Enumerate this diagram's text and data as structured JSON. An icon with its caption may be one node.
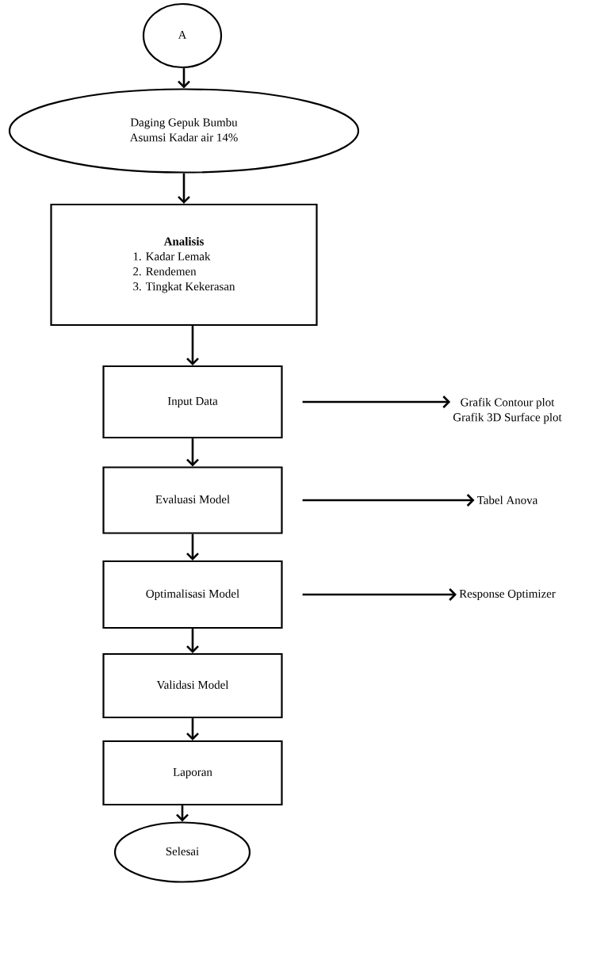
{
  "diagram": {
    "nodes": [
      {
        "text": [
          "A"
        ]
      },
      {
        "text": [
          "Daging Gepuk Bumbu",
          "Asumsi Kadar air 14%"
        ]
      },
      {
        "text": [
          "Analisis",
          "1. Kadar Lemak",
          "2. Rendemen",
          "3. Tingkat Kekerasan"
        ]
      },
      {
        "text": [
          "Input Data"
        ]
      },
      {
        "text": [
          "Evaluasi Model"
        ]
      },
      {
        "text": [
          "Optimalisasi Model"
        ]
      },
      {
        "text": [
          "Validasi Model"
        ]
      },
      {
        "text": [
          "Laporan"
        ]
      },
      {
        "text": [
          "Selesai"
        ]
      },
      {
        "text": [
          "Grafik Contour plot",
          "Grafik 3D Surface plot"
        ]
      },
      {
        "text": [
          "Tabel Anova"
        ]
      },
      {
        "text": [
          "Response Optimizer"
        ]
      }
    ],
    "edges": [
      {
        "from": 0,
        "to": 1,
        "arrow": "to"
      },
      {
        "from": 1,
        "to": 2,
        "arrow": "to"
      },
      {
        "from": 2,
        "to": 3,
        "arrow": "to"
      },
      {
        "from": 3,
        "to": 4,
        "arrow": "to"
      },
      {
        "from": 4,
        "to": 5,
        "arrow": "to"
      },
      {
        "from": 5,
        "to": 6,
        "arrow": "to"
      },
      {
        "from": 6,
        "to": 7,
        "arrow": "to"
      },
      {
        "from": 7,
        "to": 8,
        "arrow": "to"
      },
      {
        "from": 3,
        "to": 9,
        "arrow": "to"
      },
      {
        "from": 4,
        "to": 10,
        "arrow": "to"
      },
      {
        "from": 5,
        "to": 11,
        "arrow": "to"
      }
    ]
  }
}
